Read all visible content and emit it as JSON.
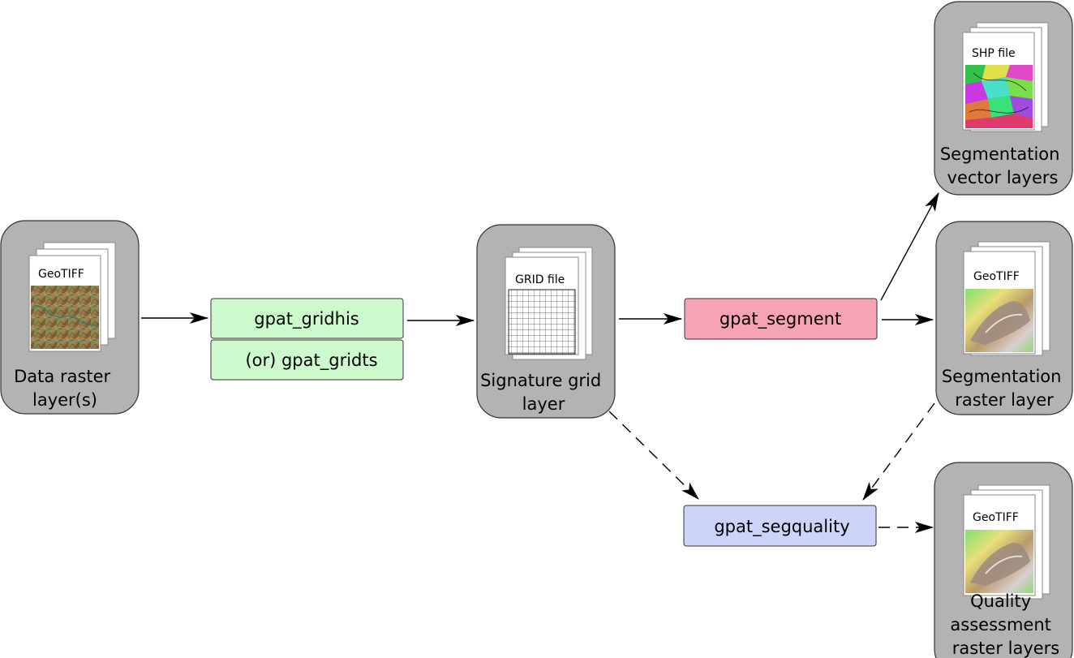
{
  "nodes": {
    "data_raster": {
      "label_lines": [
        "Data raster",
        "layer(s)"
      ],
      "doc_label": "GeoTIFF"
    },
    "signature_grid": {
      "label_lines": [
        "Signature grid",
        "layer"
      ],
      "doc_label": "GRID file"
    },
    "seg_vector": {
      "label_lines": [
        "Segmentation",
        "vector layers"
      ],
      "doc_label": "SHP file"
    },
    "seg_raster": {
      "label_lines": [
        "Segmentation",
        "raster layer"
      ],
      "doc_label": "GeoTIFF"
    },
    "quality_raster": {
      "label_lines": [
        "Quality",
        "assessment",
        "raster layers"
      ],
      "doc_label": "GeoTIFF"
    }
  },
  "processes": {
    "gridhis": {
      "label": "gpat_gridhis",
      "color": "#ccfacc"
    },
    "gridts": {
      "label": "(or) gpat_gridts",
      "color": "#ccfacc"
    },
    "segment": {
      "label": "gpat_segment",
      "color": "#f5a3b5"
    },
    "segquality": {
      "label": "gpat_segquality",
      "color": "#ccd4fa"
    }
  },
  "edges": [
    {
      "from": "data_raster",
      "to": "gridhis",
      "style": "solid"
    },
    {
      "from": "gridhis",
      "to": "signature_grid",
      "style": "solid"
    },
    {
      "from": "signature_grid",
      "to": "segment",
      "style": "solid"
    },
    {
      "from": "segment",
      "to": "seg_vector",
      "style": "solid"
    },
    {
      "from": "segment",
      "to": "seg_raster",
      "style": "solid"
    },
    {
      "from": "signature_grid",
      "to": "segquality",
      "style": "dashed"
    },
    {
      "from": "seg_raster",
      "to": "segquality",
      "style": "dashed"
    },
    {
      "from": "segquality",
      "to": "quality_raster",
      "style": "dashed"
    }
  ],
  "colors": {
    "container_fill": "#b3b3b3",
    "container_stroke": "#333333",
    "arrow": "#000000"
  }
}
